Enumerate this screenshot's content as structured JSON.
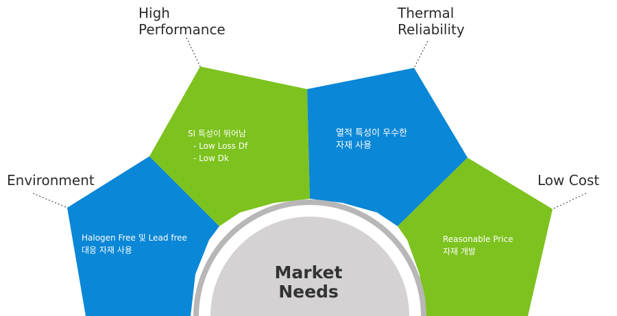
{
  "segments": [
    {
      "id": "environment",
      "title": "Environment",
      "lines": [
        "Halogen Free 및 Lead free",
        "대응 자재 사용"
      ],
      "color": "#0a87d6"
    },
    {
      "id": "high-performance",
      "title_lines": [
        "High",
        "Performance"
      ],
      "lines": [
        "SI 특성이 뛰어남",
        "- Low Loss Df",
        "- Low Dk"
      ],
      "color": "#7dc21e"
    },
    {
      "id": "thermal-reliability",
      "title_lines": [
        "Thermal",
        "Reliability"
      ],
      "lines": [
        "열적 특성이 우수한",
        "자재 사용"
      ],
      "color": "#0a87d6"
    },
    {
      "id": "low-cost",
      "title": "Low Cost",
      "lines": [
        "Reasonable Price",
        "자재 개발"
      ],
      "color": "#7dc21e"
    }
  ],
  "center": {
    "lines": [
      "Market",
      "Needs"
    ],
    "color": "#d4d2d3"
  }
}
